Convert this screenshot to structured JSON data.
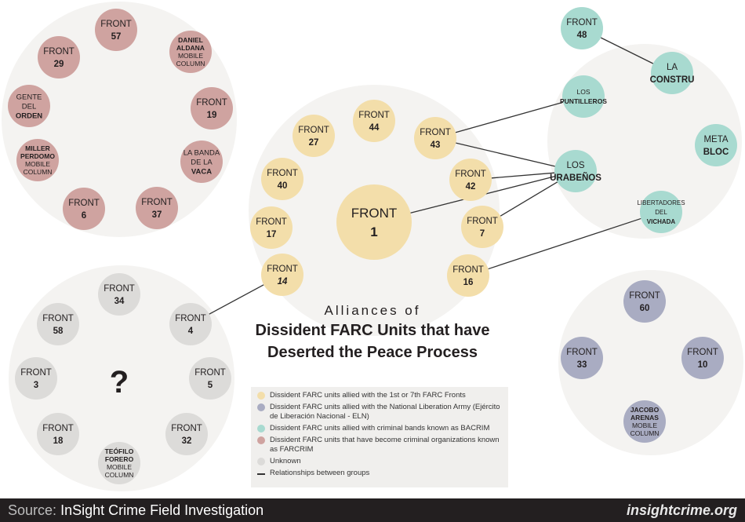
{
  "colors": {
    "yellow": "#f3deaa",
    "pink": "#cfa3a0",
    "teal": "#a8dad0",
    "blue": "#a9acc2",
    "gray": "#dcdbd9",
    "cluster_bg": "#f4f3f1",
    "line": "#333333"
  },
  "title": {
    "line1": "Alliances of",
    "line2": "Dissident FARC Units that have",
    "line3": "Deserted the Peace Process"
  },
  "nodes": [
    {
      "id": "f57",
      "group": "pink",
      "lines": [
        [
          "FRONT",
          0
        ],
        [
          "57",
          1
        ]
      ]
    },
    {
      "id": "aldana",
      "group": "pink",
      "lines": [
        [
          "DANIEL",
          1
        ],
        [
          "ALDANA",
          1
        ],
        [
          "MOBILE",
          0
        ],
        [
          "COLUMN",
          0
        ]
      ]
    },
    {
      "id": "f29",
      "group": "pink",
      "lines": [
        [
          "FRONT",
          0
        ],
        [
          "29",
          1
        ]
      ]
    },
    {
      "id": "f19",
      "group": "pink",
      "lines": [
        [
          "FRONT",
          0
        ],
        [
          "19",
          1
        ]
      ]
    },
    {
      "id": "gente",
      "group": "pink",
      "lines": [
        [
          "GENTE",
          0
        ],
        [
          "DEL",
          0
        ],
        [
          "ORDEN",
          1
        ]
      ]
    },
    {
      "id": "vaca",
      "group": "pink",
      "lines": [
        [
          "LA BANDA",
          0
        ],
        [
          "DE LA",
          0
        ],
        [
          "VACA",
          1
        ]
      ]
    },
    {
      "id": "miller",
      "group": "pink",
      "lines": [
        [
          "MILLER",
          1
        ],
        [
          "PERDOMO",
          1
        ],
        [
          "MOBILE",
          0
        ],
        [
          "COLUMN",
          0
        ]
      ]
    },
    {
      "id": "f37",
      "group": "pink",
      "lines": [
        [
          "FRONT",
          0
        ],
        [
          "37",
          1
        ]
      ]
    },
    {
      "id": "f6",
      "group": "pink",
      "lines": [
        [
          "FRONT",
          0
        ],
        [
          "6",
          1
        ]
      ]
    },
    {
      "id": "f44",
      "group": "yellow",
      "lines": [
        [
          "FRONT",
          0
        ],
        [
          "44",
          1
        ]
      ]
    },
    {
      "id": "f27",
      "group": "yellow",
      "lines": [
        [
          "FRONT",
          0
        ],
        [
          "27",
          1
        ]
      ]
    },
    {
      "id": "f43",
      "group": "yellow",
      "lines": [
        [
          "FRONT",
          0
        ],
        [
          "43",
          1
        ]
      ]
    },
    {
      "id": "f40",
      "group": "yellow",
      "lines": [
        [
          "FRONT",
          0
        ],
        [
          "40",
          1
        ]
      ]
    },
    {
      "id": "f42",
      "group": "yellow",
      "lines": [
        [
          "FRONT",
          0
        ],
        [
          "42",
          1
        ]
      ]
    },
    {
      "id": "f1",
      "group": "yellow",
      "lines": [
        [
          "FRONT",
          0
        ],
        [
          "1",
          1
        ]
      ]
    },
    {
      "id": "f17",
      "group": "yellow",
      "lines": [
        [
          "FRONT",
          0
        ],
        [
          "17",
          1
        ]
      ]
    },
    {
      "id": "f7",
      "group": "yellow",
      "lines": [
        [
          "FRONT",
          0
        ],
        [
          "7",
          1
        ]
      ]
    },
    {
      "id": "f14",
      "group": "yellow",
      "lines": [
        [
          "FRONT",
          0
        ],
        [
          "14",
          1
        ]
      ]
    },
    {
      "id": "f16",
      "group": "yellow",
      "lines": [
        [
          "FRONT",
          0
        ],
        [
          "16",
          1
        ]
      ]
    },
    {
      "id": "f48",
      "group": "teal",
      "lines": [
        [
          "FRONT",
          0
        ],
        [
          "48",
          1
        ]
      ]
    },
    {
      "id": "constru",
      "group": "teal",
      "lines": [
        [
          "LA",
          0
        ],
        [
          "CONSTRU",
          1
        ]
      ]
    },
    {
      "id": "puntilleros",
      "group": "teal",
      "lines": [
        [
          "LOS",
          0
        ],
        [
          "PUNTILLEROS",
          1
        ]
      ]
    },
    {
      "id": "meta",
      "group": "teal",
      "lines": [
        [
          "META",
          0
        ],
        [
          "BLOC",
          1
        ]
      ]
    },
    {
      "id": "urabenos",
      "group": "teal",
      "lines": [
        [
          "LOS",
          0
        ],
        [
          "URABEÑOS",
          1
        ]
      ]
    },
    {
      "id": "vichada",
      "group": "teal",
      "lines": [
        [
          "LIBERTADORES",
          0
        ],
        [
          "DEL",
          0
        ],
        [
          "VICHADA",
          1
        ]
      ]
    },
    {
      "id": "f34",
      "group": "gray",
      "lines": [
        [
          "FRONT",
          0
        ],
        [
          "34",
          1
        ]
      ]
    },
    {
      "id": "f58",
      "group": "gray",
      "lines": [
        [
          "FRONT",
          0
        ],
        [
          "58",
          1
        ]
      ]
    },
    {
      "id": "f4",
      "group": "gray",
      "lines": [
        [
          "FRONT",
          0
        ],
        [
          "4",
          1
        ]
      ]
    },
    {
      "id": "f3",
      "group": "gray",
      "lines": [
        [
          "FRONT",
          0
        ],
        [
          "3",
          1
        ]
      ]
    },
    {
      "id": "f5",
      "group": "gray",
      "lines": [
        [
          "FRONT",
          0
        ],
        [
          "5",
          1
        ]
      ]
    },
    {
      "id": "f18",
      "group": "gray",
      "lines": [
        [
          "FRONT",
          0
        ],
        [
          "18",
          1
        ]
      ]
    },
    {
      "id": "f32",
      "group": "gray",
      "lines": [
        [
          "FRONT",
          0
        ],
        [
          "32",
          1
        ]
      ]
    },
    {
      "id": "teofilo",
      "group": "gray",
      "lines": [
        [
          "TEÓFILO",
          1
        ],
        [
          "FORERO",
          1
        ],
        [
          "MOBILE",
          0
        ],
        [
          "COLUMN",
          0
        ]
      ]
    },
    {
      "id": "f60",
      "group": "blue",
      "lines": [
        [
          "FRONT",
          0
        ],
        [
          "60",
          1
        ]
      ]
    },
    {
      "id": "f33",
      "group": "blue",
      "lines": [
        [
          "FRONT",
          0
        ],
        [
          "33",
          1
        ]
      ]
    },
    {
      "id": "f10",
      "group": "blue",
      "lines": [
        [
          "FRONT",
          0
        ],
        [
          "10",
          1
        ]
      ]
    },
    {
      "id": "jacobo",
      "group": "blue",
      "lines": [
        [
          "JACOBO",
          1
        ],
        [
          "ARENAS",
          1
        ],
        [
          "MOBILE",
          0
        ],
        [
          "COLUMN",
          0
        ]
      ]
    }
  ],
  "unknown_mark": "?",
  "edges": [
    [
      "f43",
      "puntilleros"
    ],
    [
      "f43",
      "urabenos"
    ],
    [
      "f42",
      "urabenos"
    ],
    [
      "f1",
      "urabenos"
    ],
    [
      "f7",
      "urabenos"
    ],
    [
      "f16",
      "vichada"
    ],
    [
      "f14",
      "f4"
    ],
    [
      "f48",
      "constru"
    ]
  ],
  "legend": [
    {
      "color": "yellow",
      "label": "Dissident FARC units allied with the 1st or 7th FARC Fronts"
    },
    {
      "color": "blue",
      "label": "Dissident FARC units allied with the National Liberation Army (Ejército de Liberación Nacional - ELN)"
    },
    {
      "color": "teal",
      "label": "Dissident FARC units allied with criminal bands known as BACRIM"
    },
    {
      "color": "pink",
      "label": "Dissident FARC units that have become criminal organizations known as FARCRIM"
    },
    {
      "color": "gray",
      "label": "Unknown"
    },
    {
      "color": "line",
      "label": "Relationships between groups"
    }
  ],
  "footer": {
    "source_label": "Source:",
    "source_text": "InSight Crime Field Investigation",
    "site": "insightcrime.org"
  }
}
